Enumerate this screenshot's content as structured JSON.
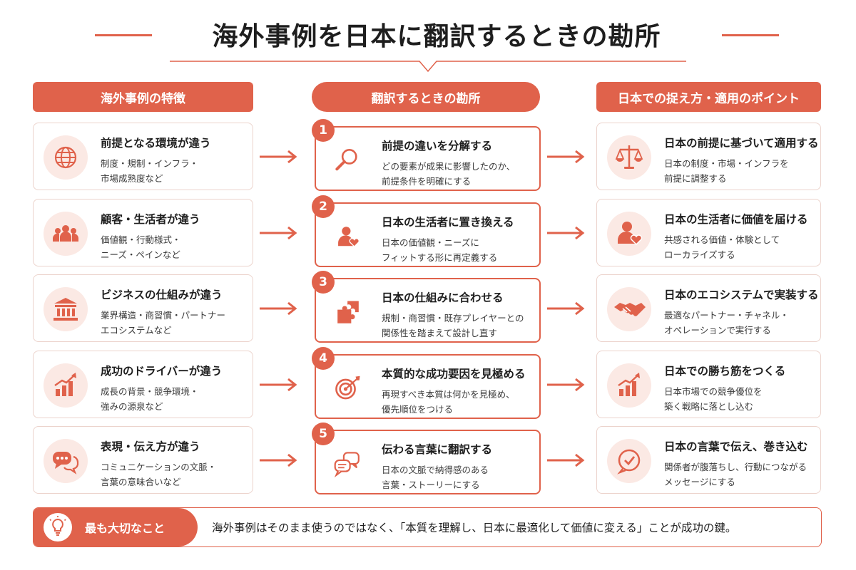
{
  "title": "海外事例を日本に翻訳するときの勘所",
  "headers": {
    "left": "海外事例の特徴",
    "mid": "翻訳するときの勘所",
    "right": "日本での捉え方・適用のポイント"
  },
  "rows": [
    {
      "left": {
        "icon": "globe-icon",
        "title": "前提となる環境が違う",
        "desc": "制度・規制・インフラ・\n市場成熟度など"
      },
      "mid": {
        "number": "1",
        "icon": "magnifier-icon",
        "title": "前提の違いを分解する",
        "desc": "どの要素が成果に影響したのか、\n前提条件を明確にする"
      },
      "right": {
        "icon": "scale-icon",
        "title": "日本の前提に基づいて適用する",
        "desc": "日本の制度・市場・インフラを\n前提に調整する"
      }
    },
    {
      "left": {
        "icon": "people-icon",
        "title": "顧客・生活者が違う",
        "desc": "価値観・行動様式・\nニーズ・ペインなど"
      },
      "mid": {
        "number": "2",
        "icon": "person-heart-icon",
        "title": "日本の生活者に置き換える",
        "desc": "日本の価値観・ニーズに\nフィットする形に再定義する"
      },
      "right": {
        "icon": "person-heart-icon",
        "title": "日本の生活者に価値を届ける",
        "desc": "共感される価値・体験として\nローカライズする"
      }
    },
    {
      "left": {
        "icon": "building-icon",
        "title": "ビジネスの仕組みが違う",
        "desc": "業界構造・商習慣・パートナー\nエコシステムなど"
      },
      "mid": {
        "number": "3",
        "icon": "puzzle-icon",
        "title": "日本の仕組みに合わせる",
        "desc": "規制・商習慣・既存プレイヤーとの\n関係性を踏まえて設計し直す"
      },
      "right": {
        "icon": "handshake-icon",
        "title": "日本のエコシステムで実装する",
        "desc": "最適なパートナー・チャネル・\nオペレーションで実行する"
      }
    },
    {
      "left": {
        "icon": "growth-chart-icon",
        "title": "成功のドライバーが違う",
        "desc": "成長の背景・競争環境・\n強みの源泉など"
      },
      "mid": {
        "number": "4",
        "icon": "target-icon",
        "title": "本質的な成功要因を見極める",
        "desc": "再現すべき本質は何かを見極め、\n優先順位をつける"
      },
      "right": {
        "icon": "growth-chart-icon",
        "title": "日本での勝ち筋をつくる",
        "desc": "日本市場での競争優位を\n築く戦略に落とし込む"
      }
    },
    {
      "left": {
        "icon": "speech-bubbles-icon",
        "title": "表現・伝え方が違う",
        "desc": "コミュニケーションの文脈・\n言葉の意味合いなど"
      },
      "mid": {
        "number": "5",
        "icon": "chat-icon",
        "title": "伝わる言葉に翻訳する",
        "desc": "日本の文脈で納得感のある\n言葉・ストーリーにする"
      },
      "right": {
        "icon": "check-bubble-icon",
        "title": "日本の言葉で伝え、巻き込む",
        "desc": "関係者が腹落ちし、行動につながる\nメッセージにする"
      }
    }
  ],
  "footer": {
    "icon": "lightbulb-icon",
    "label": "最も大切なこと",
    "message": "海外事例はそのまま使うのではなく、「本質を理解し、日本に最適化して価値に変える」ことが成功の鍵。"
  },
  "colors": {
    "accent": "#e0624b",
    "icon_bg": "#fbe9e4",
    "card_border": "#ecd3cc"
  }
}
